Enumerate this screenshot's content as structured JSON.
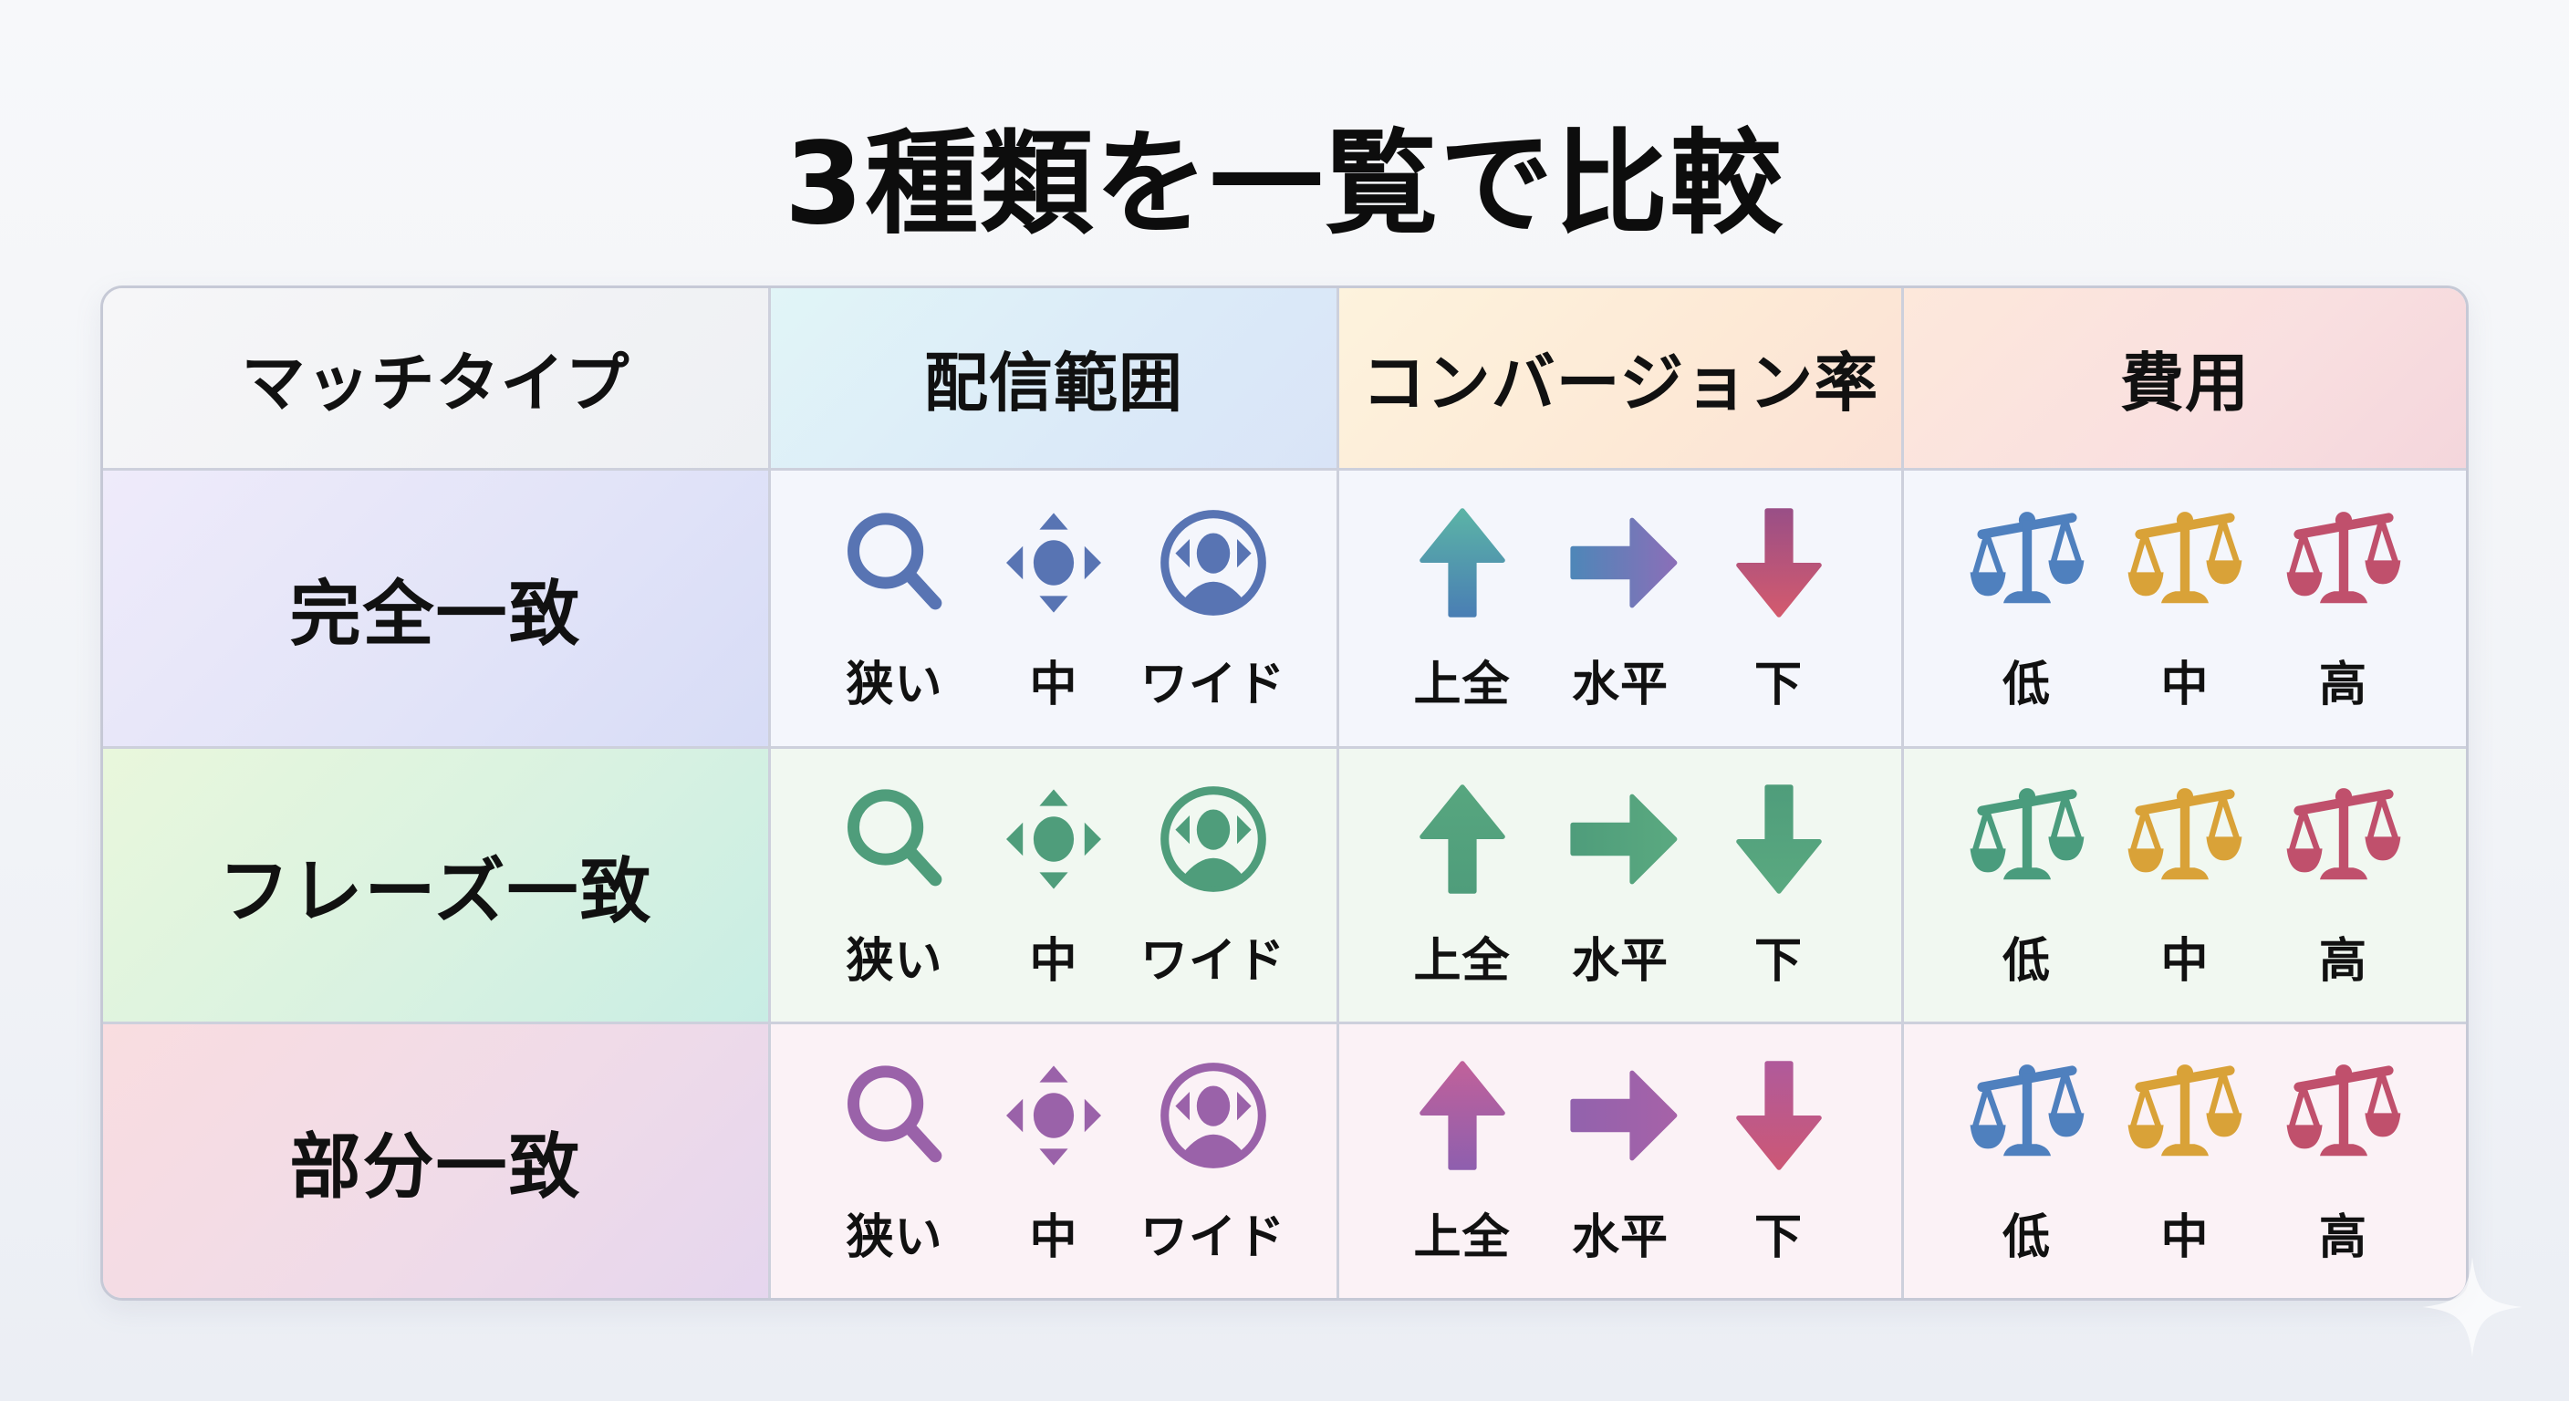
{
  "title": "3種類を一覧で比較",
  "colors": {
    "blue": "#5874b3",
    "green": "#4f9d7b",
    "purple": "#9a62a9",
    "cost_low_blue": "#4f80be",
    "cost_low_green": "#4a9c7d",
    "cost_mid": "#d9a238",
    "cost_high": "#c0506c",
    "border": "#cdd0dc"
  },
  "table": {
    "headers": [
      "マッチタイプ",
      "配信範囲",
      "コンバージョン率",
      "費用"
    ],
    "rows": [
      {
        "match_type": "完全一致",
        "reach": [
          {
            "icon": "magnifier-icon",
            "label": "狭い"
          },
          {
            "icon": "four-direction-icon",
            "label": "中"
          },
          {
            "icon": "wide-person-icon",
            "label": "ワイド"
          }
        ],
        "conversion": [
          {
            "icon": "arrow-up-icon",
            "label": "上全"
          },
          {
            "icon": "arrow-right-icon",
            "label": "水平"
          },
          {
            "icon": "arrow-down-icon",
            "label": "下"
          }
        ],
        "cost": [
          {
            "icon": "scale-icon",
            "label": "低"
          },
          {
            "icon": "scale-icon",
            "label": "中"
          },
          {
            "icon": "scale-icon",
            "label": "高"
          }
        ]
      },
      {
        "match_type": "フレーズ一致",
        "reach": [
          {
            "icon": "magnifier-icon",
            "label": "狭い"
          },
          {
            "icon": "four-direction-icon",
            "label": "中"
          },
          {
            "icon": "wide-person-icon",
            "label": "ワイド"
          }
        ],
        "conversion": [
          {
            "icon": "arrow-up-icon",
            "label": "上全"
          },
          {
            "icon": "arrow-right-icon",
            "label": "水平"
          },
          {
            "icon": "arrow-down-icon",
            "label": "下"
          }
        ],
        "cost": [
          {
            "icon": "scale-icon",
            "label": "低"
          },
          {
            "icon": "scale-icon",
            "label": "中"
          },
          {
            "icon": "scale-icon",
            "label": "高"
          }
        ]
      },
      {
        "match_type": "部分一致",
        "reach": [
          {
            "icon": "magnifier-icon",
            "label": "狭い"
          },
          {
            "icon": "four-direction-icon",
            "label": "中"
          },
          {
            "icon": "wide-person-icon",
            "label": "ワイド"
          }
        ],
        "conversion": [
          {
            "icon": "arrow-up-icon",
            "label": "上全"
          },
          {
            "icon": "arrow-right-icon",
            "label": "水平"
          },
          {
            "icon": "arrow-down-icon",
            "label": "下"
          }
        ],
        "cost": [
          {
            "icon": "scale-icon",
            "label": "低"
          },
          {
            "icon": "scale-icon",
            "label": "中"
          },
          {
            "icon": "scale-icon",
            "label": "高"
          }
        ]
      }
    ]
  }
}
